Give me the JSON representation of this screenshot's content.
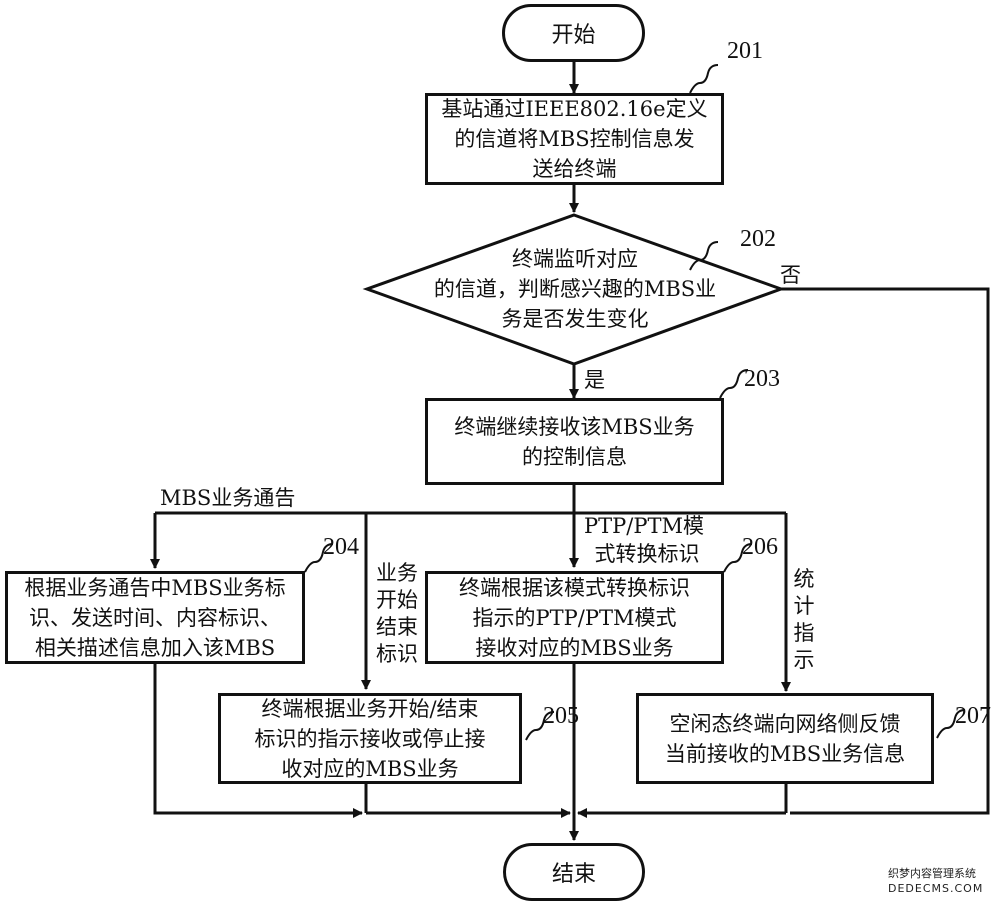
{
  "start": {
    "label": "开始"
  },
  "end": {
    "label": "结束"
  },
  "steps": {
    "s201": {
      "id": "201",
      "text": [
        "基站通过IEEE802.16e定义",
        "的信道将MBS控制信息发",
        "送给终端"
      ]
    },
    "s202": {
      "id": "202",
      "text": [
        "终端监听对应",
        "的信道，判断感兴趣的MBS业",
        "务是否发生变化"
      ],
      "yes": "是",
      "no": "否"
    },
    "s203": {
      "id": "203",
      "text": [
        "终端继续接收该MBS业务",
        "的控制信息"
      ]
    },
    "s204": {
      "id": "204",
      "text": [
        "根据业务通告中MBS业务标",
        "识、发送时间、内容标识、",
        "相关描述信息加入该MBS"
      ]
    },
    "s205": {
      "id": "205",
      "text": [
        "终端根据业务开始/结束",
        "标识的指示接收或停止接",
        "收对应的MBS业务"
      ]
    },
    "s206": {
      "id": "206",
      "text": [
        "终端根据该模式转换标识",
        "指示的PTP/PTM模式",
        "接收对应的MBS业务"
      ]
    },
    "s207": {
      "id": "207",
      "text": [
        "空闲态终端向网络侧反馈",
        "当前接收的MBS业务信息"
      ]
    }
  },
  "branch_labels": {
    "mbs_notice": "MBS业务通告",
    "start_end_flag": [
      "业务",
      "开始",
      "结束",
      "标识"
    ],
    "ptp_ptm": [
      "PTP/PTM模",
      "式转换标识"
    ],
    "stat": [
      "统",
      "计",
      "指",
      "示"
    ]
  },
  "watermark": [
    "织梦内容管理系统",
    "DEDECMS.COM"
  ]
}
